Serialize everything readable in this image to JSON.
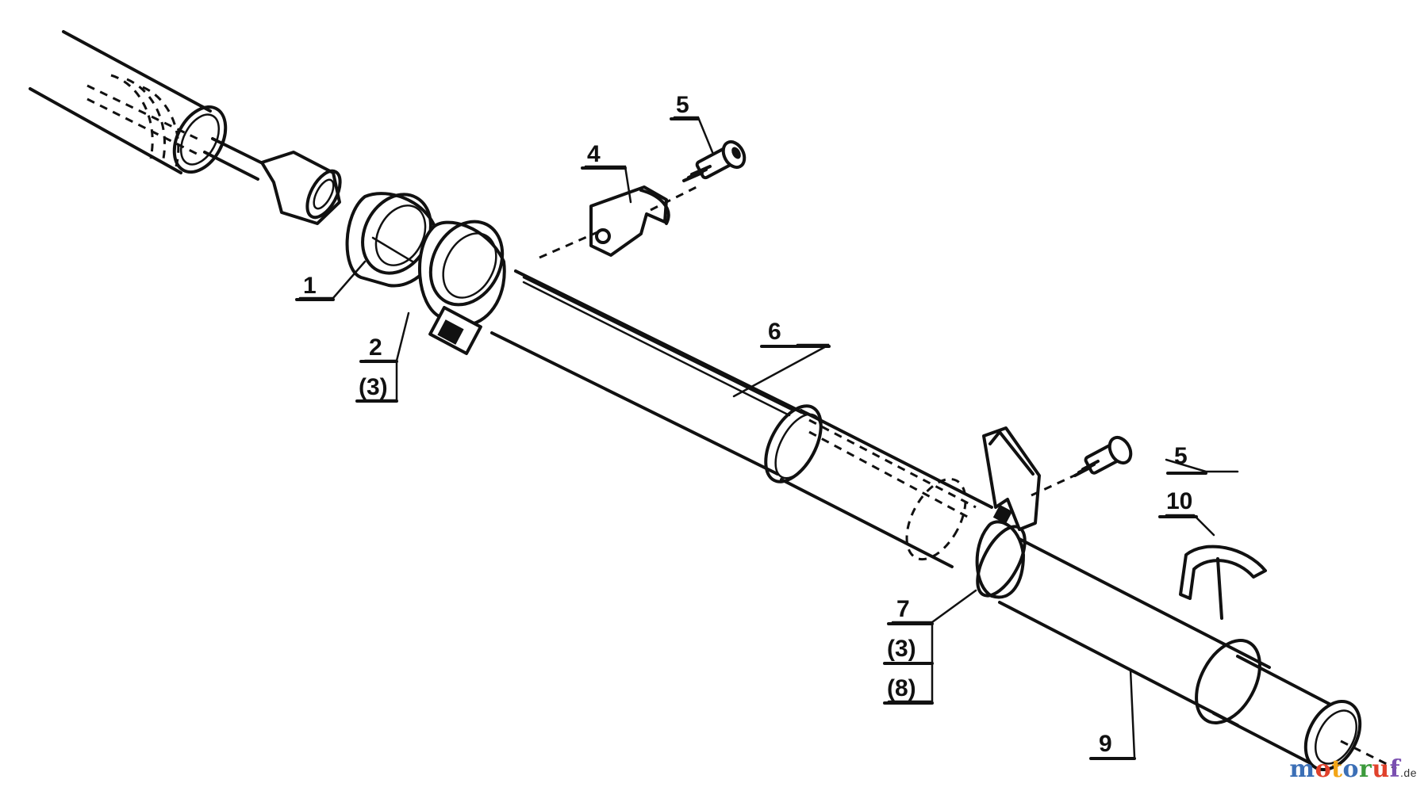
{
  "callouts": {
    "c1": "1",
    "c2": "2",
    "c2b": "(3)",
    "c4": "4",
    "c5a": "5",
    "c5b": "5",
    "c6": "6",
    "c7": "7",
    "c7b": "(3)",
    "c7c": "(8)",
    "c9": "9",
    "c10": "10"
  },
  "watermark": {
    "letters": [
      "m",
      "o",
      "t",
      "o",
      "r",
      "u",
      "f"
    ],
    "letter_colors": [
      "#3b6fb6",
      "#e0412b",
      "#f2a516",
      "#3b6fb6",
      "#3c9a3c",
      "#e0412b",
      "#7a4fb0"
    ],
    "suffix": ".de"
  }
}
